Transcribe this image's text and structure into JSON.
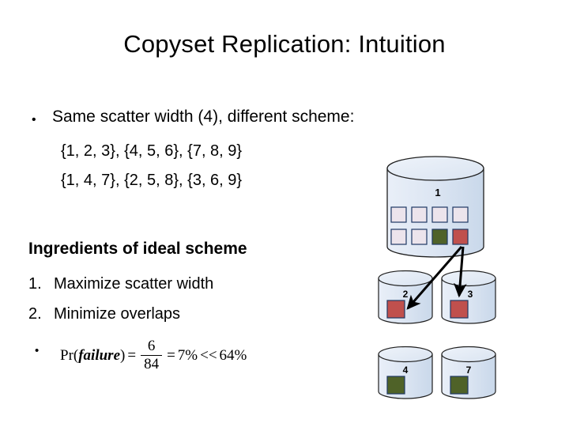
{
  "slide": {
    "title": "Copyset Replication: Intuition",
    "background": "#ffffff"
  },
  "body": {
    "bullet_marker": "•",
    "bullet_1": "Same scatter width (4), different scheme:",
    "set_line_1": "{1, 2, 3}, {4, 5, 6}, {7, 8, 9}",
    "set_line_2": "{1, 4, 7}, {2, 5, 8}, {3, 6, 9}",
    "ingredients_heading": "Ingredients of ideal scheme",
    "numbered": [
      {
        "marker": "1.",
        "text": "Maximize scatter width"
      },
      {
        "marker": "2.",
        "text": "Minimize overlaps"
      }
    ]
  },
  "formula": {
    "bullet_marker": "•",
    "prefix": "Pr(",
    "variable": "failure",
    "suffix": ")",
    "equals_1": "=",
    "numerator": "6",
    "denominator": "84",
    "equals_2": "=",
    "result": "7%",
    "comparator": "<<",
    "compared_to": "64%"
  },
  "diagram": {
    "colors": {
      "cylinder_fill_light": "#e8eef7",
      "cylinder_fill_dark": "#c9d8ea",
      "cylinder_stroke": "#1f1f1f",
      "square_empty": "#ece4ec",
      "square_green": "#4f6228",
      "square_red": "#c0504d",
      "square_stroke": "#1f3864",
      "arrow": "#000000"
    },
    "nodes": [
      {
        "label": "1",
        "size": "large",
        "squares": [
          "empty",
          "empty",
          "empty",
          "empty",
          "empty",
          "empty",
          "green",
          "red"
        ]
      },
      {
        "label": "2",
        "size": "small",
        "squares": [
          "red"
        ]
      },
      {
        "label": "3",
        "size": "small",
        "squares": [
          "red"
        ]
      },
      {
        "label": "4",
        "size": "small",
        "squares": [
          "green"
        ]
      },
      {
        "label": "7",
        "size": "small",
        "squares": [
          "green"
        ]
      }
    ],
    "arrows": [
      {
        "from": "1",
        "to": "2"
      },
      {
        "from": "1",
        "to": "3"
      }
    ]
  }
}
